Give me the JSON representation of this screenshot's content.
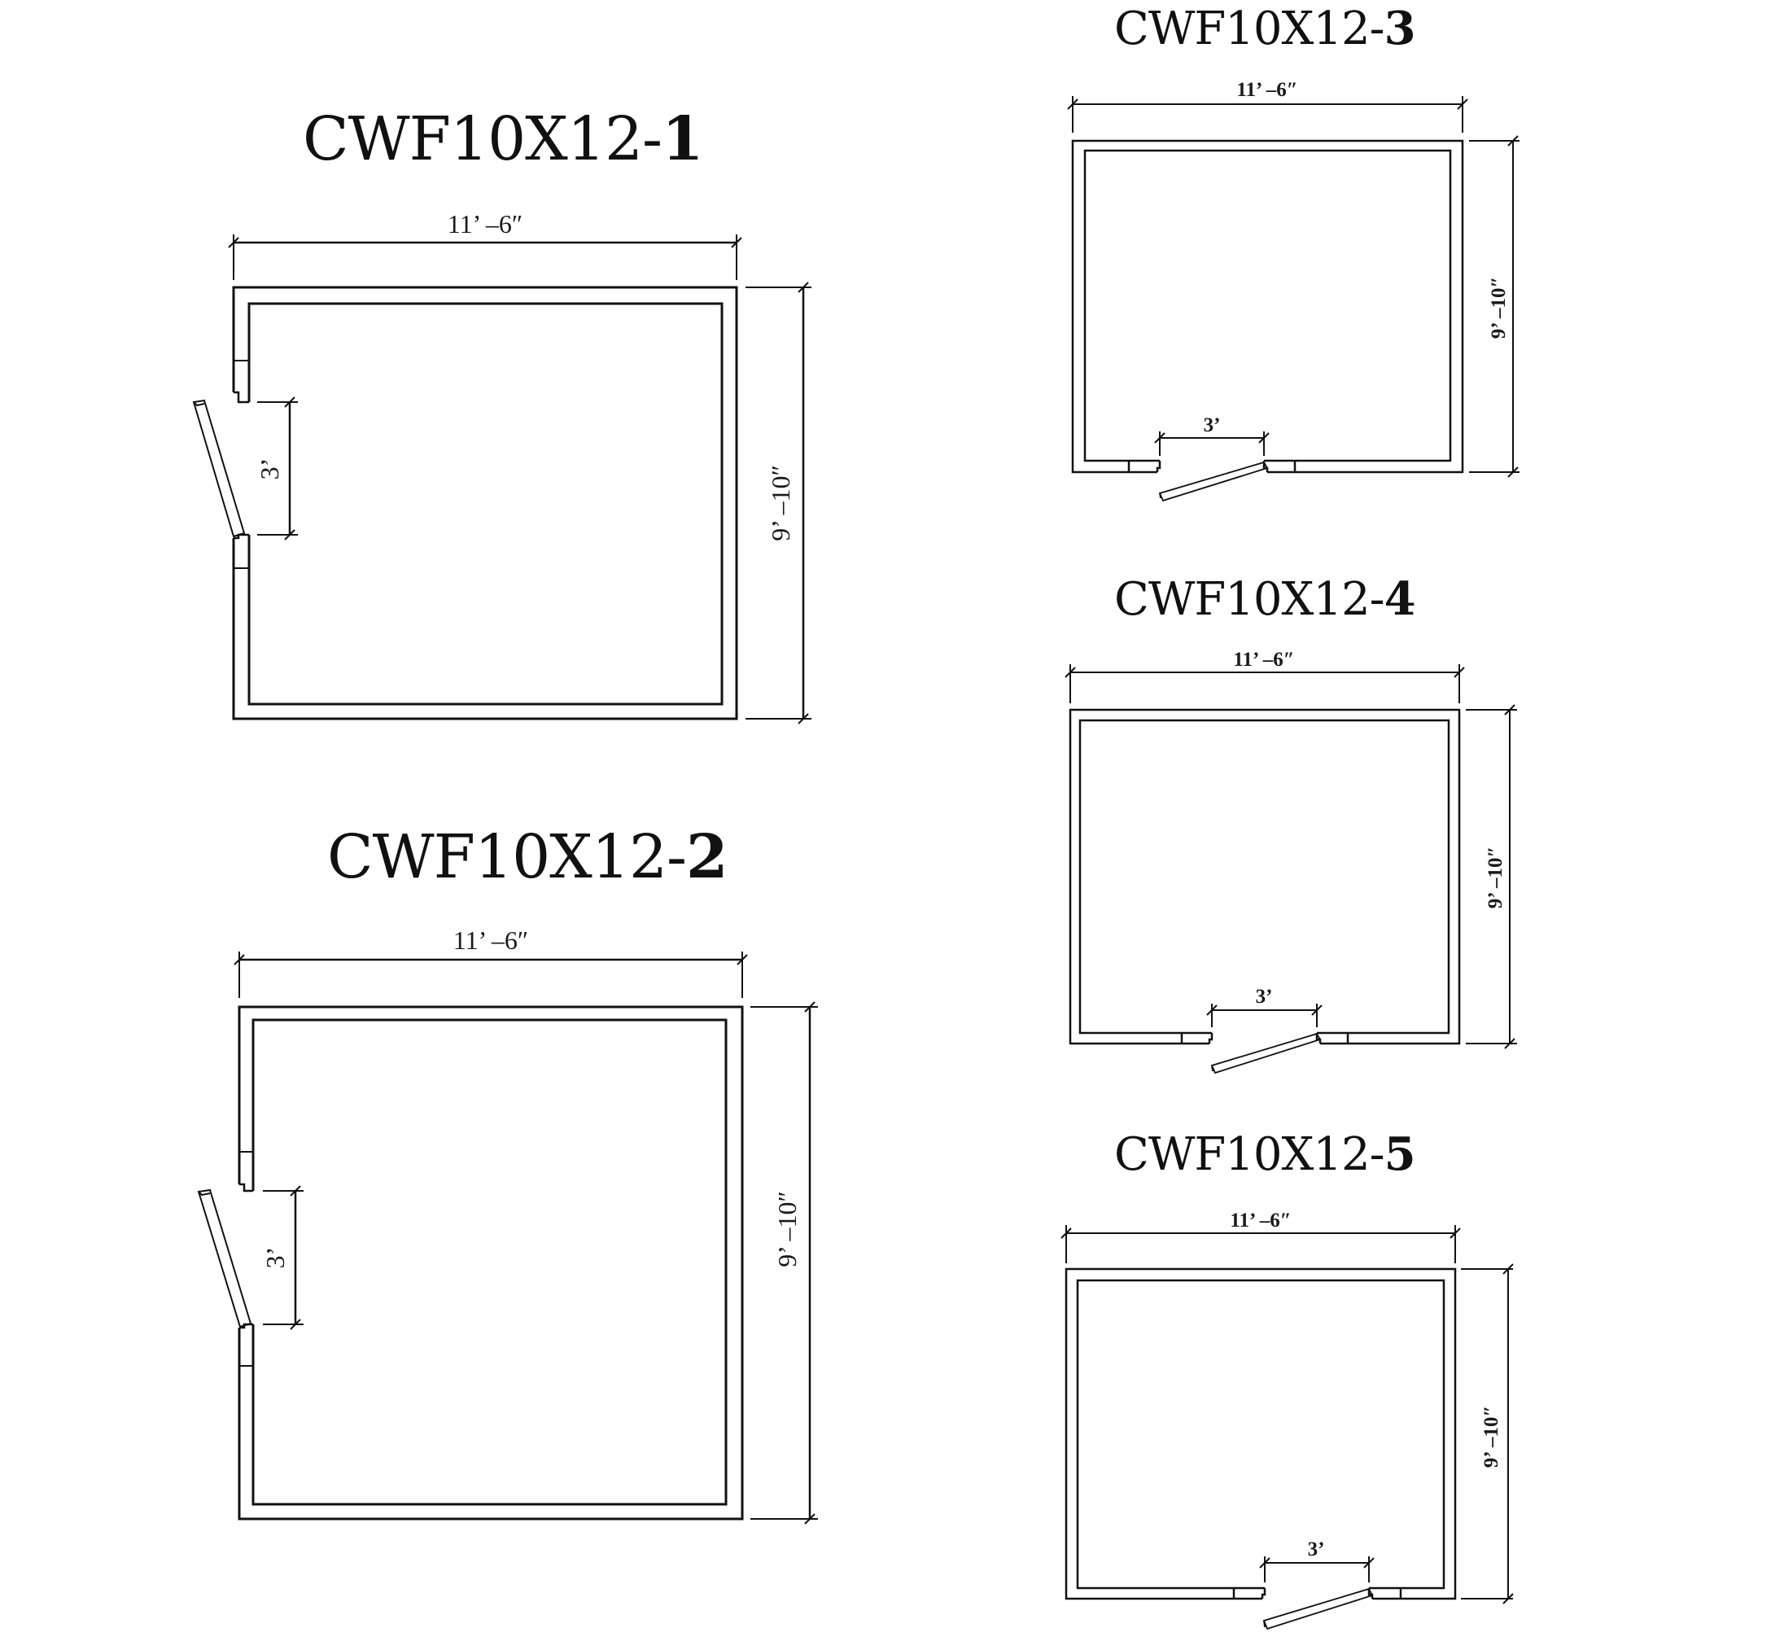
{
  "page": {
    "description": "Walk-in cooler floor plan layouts, 5 door configurations"
  },
  "plans": [
    {
      "id": "1",
      "title_prefix": "CWF10X12-",
      "title_suffix": "1",
      "width_label": "11’ –6″",
      "depth_label": "9’ –10″",
      "door_label": "3’",
      "door_wall": "left"
    },
    {
      "id": "2",
      "title_prefix": "CWF10X12-",
      "title_suffix": "2",
      "width_label": "11’ –6″",
      "depth_label": "9’ –10″",
      "door_label": "3’",
      "door_wall": "left"
    },
    {
      "id": "3",
      "title_prefix": "CWF10X12-",
      "title_suffix": "3",
      "width_label": "11’ –6″",
      "depth_label": "9’ –10″",
      "door_label": "3’",
      "door_wall": "bottom"
    },
    {
      "id": "4",
      "title_prefix": "CWF10X12-",
      "title_suffix": "4",
      "width_label": "11’ –6″",
      "depth_label": "9’ –10″",
      "door_label": "3’",
      "door_wall": "bottom"
    },
    {
      "id": "5",
      "title_prefix": "CWF10X12-",
      "title_suffix": "5",
      "width_label": "11’ –6″",
      "depth_label": "9’ –10″",
      "door_label": "3’",
      "door_wall": "bottom"
    }
  ],
  "colors": {
    "line": "#111111",
    "background": "#ffffff"
  }
}
